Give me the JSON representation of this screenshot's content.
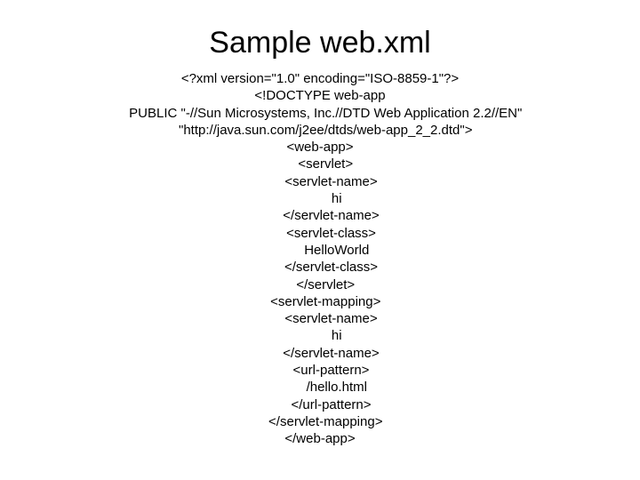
{
  "slide": {
    "title": "Sample web.xml",
    "background_color": "#ffffff",
    "text_color": "#000000",
    "code_lines": [
      "<?xml version=\"1.0\" encoding=\"ISO-8859-1\"?>",
      "<!DOCTYPE web-app",
      "   PUBLIC \"-//Sun Microsystems, Inc.//DTD Web Application 2.2//EN\"",
      "   \"http://java.sun.com/j2ee/dtds/web-app_2_2.dtd\">",
      "<web-app>",
      "   <servlet>",
      "      <servlet-name>",
      "         hi",
      "      </servlet-name>",
      "      <servlet-class>",
      "         HelloWorld",
      "      </servlet-class>",
      "   </servlet>",
      "   <servlet-mapping>",
      "      <servlet-name>",
      "         hi",
      "      </servlet-name>",
      "      <url-pattern>",
      "         /hello.html",
      "      </url-pattern>",
      "   </servlet-mapping>",
      "</web-app>"
    ]
  }
}
